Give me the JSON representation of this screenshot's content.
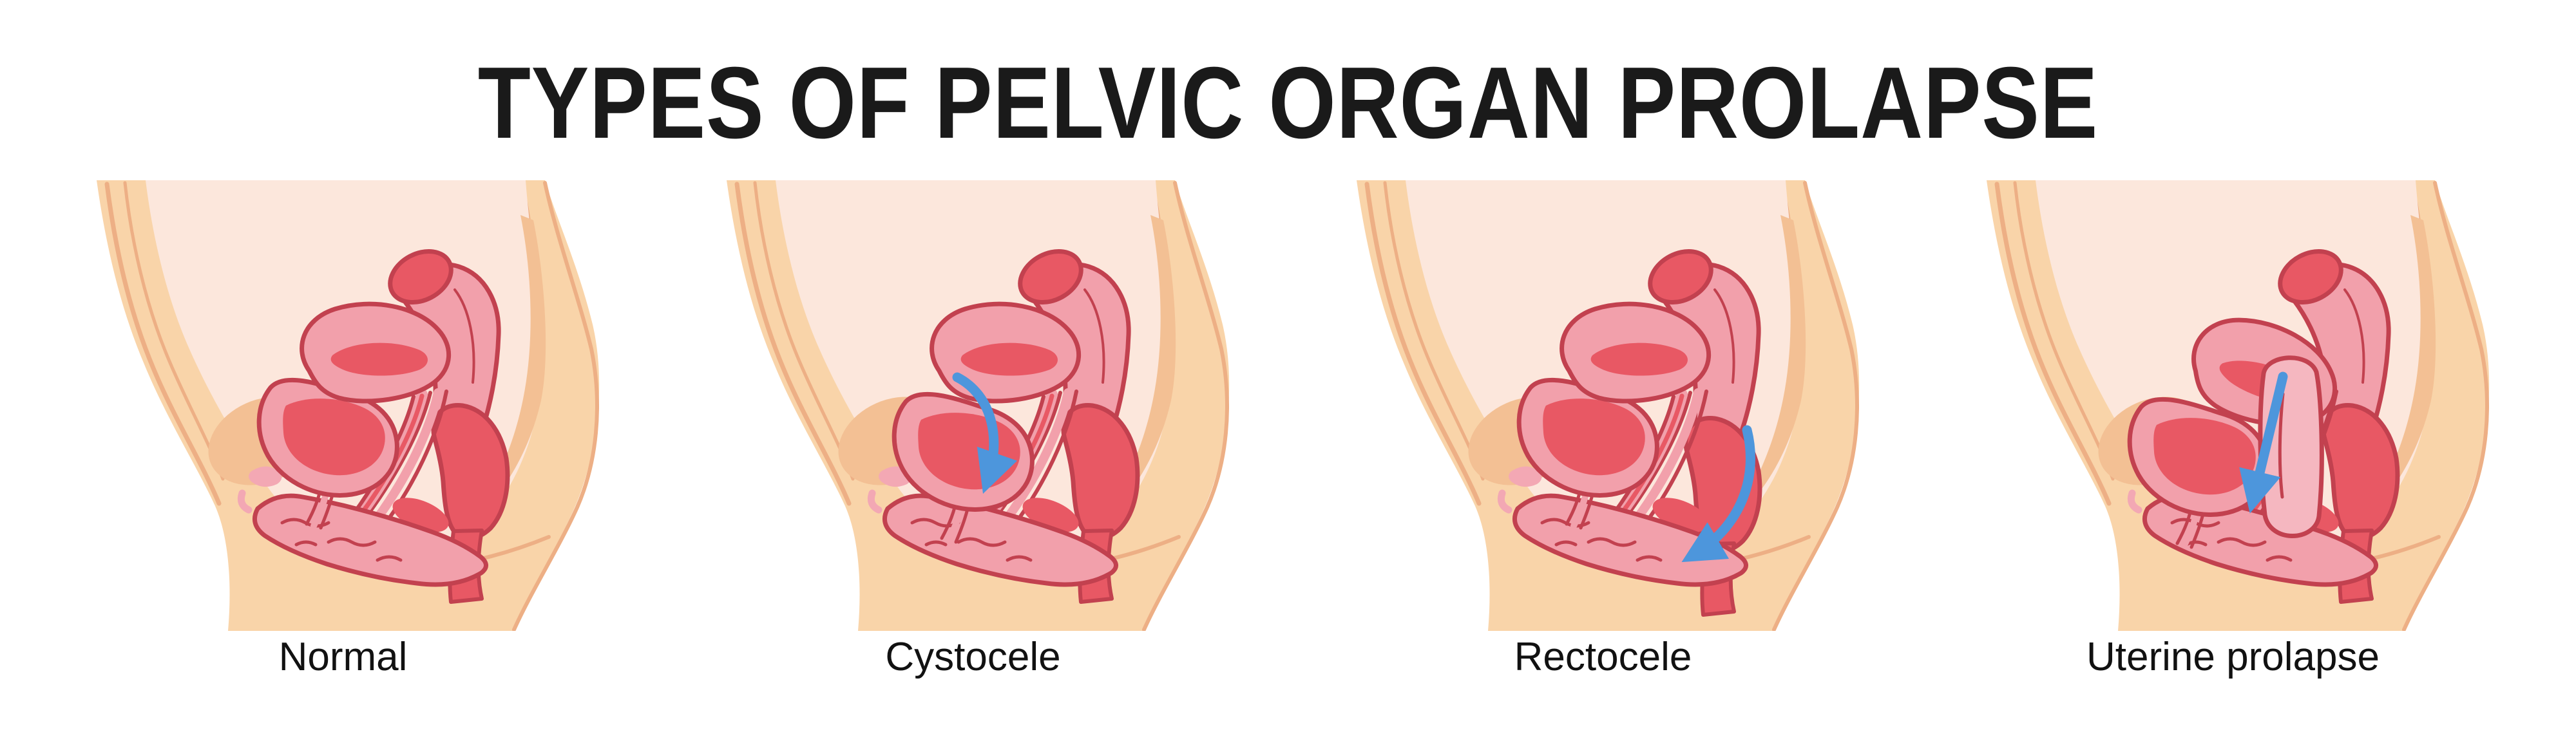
{
  "title": "TYPES OF PELVIC ORGAN PROLAPSE",
  "panels": [
    {
      "id": "normal",
      "label": "Normal",
      "arrow": null
    },
    {
      "id": "cystocele",
      "label": "Cystocele",
      "arrow": {
        "icon": "prolapse-arrow-icon",
        "direction": "curved, bladder bulging down into vagina"
      }
    },
    {
      "id": "rectocele",
      "label": "Rectocele",
      "arrow": {
        "icon": "prolapse-arrow-icon",
        "direction": "curved, rectum bulging forward toward vagina"
      }
    },
    {
      "id": "uterine-prolapse",
      "label": "Uterine prolapse",
      "arrow": {
        "icon": "prolapse-arrow-icon",
        "direction": "straight down, uterus descending through vagina"
      }
    }
  ],
  "colors": {
    "background": "#FFFFFF",
    "title_text": "#1A1A1A",
    "label_text": "#111111",
    "skin": "#F9D4A9",
    "skin_outline": "#EDAF85",
    "sacrum_tan": "#F3C094",
    "pubic_tan": "#F3C094",
    "cavity_pink": "#FCE7DC",
    "organ_pink": "#F2A0AB",
    "organ_pink_light": "#F5B7C0",
    "organ_red": "#E85864",
    "organ_outline": "#C2414F",
    "labia_pink": "#F3A8B4",
    "arrow_blue": "#4D96DC"
  }
}
